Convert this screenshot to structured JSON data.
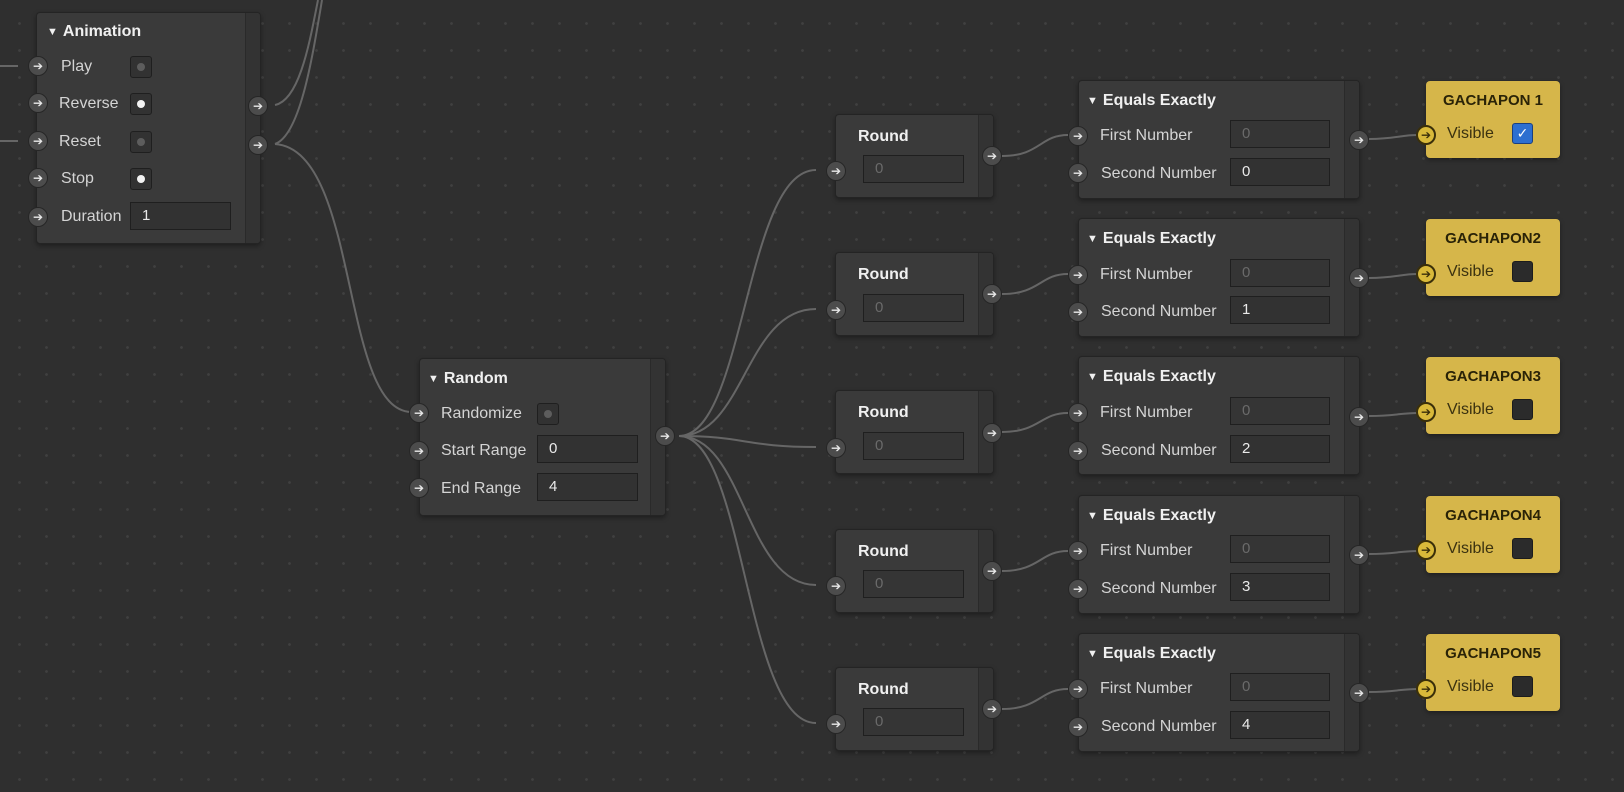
{
  "animation": {
    "title": "Animation",
    "rows": [
      {
        "label": "Play",
        "toggle": false
      },
      {
        "label": "Reverse",
        "toggle": true
      },
      {
        "label": "Reset",
        "toggle": false
      },
      {
        "label": "Stop",
        "toggle": true
      }
    ],
    "duration_label": "Duration",
    "duration_value": "1"
  },
  "random": {
    "title": "Random",
    "randomize_label": "Randomize",
    "start_range_label": "Start Range",
    "start_range_value": "0",
    "end_range_label": "End Range",
    "end_range_value": "4"
  },
  "round_nodes": [
    {
      "title": "Round",
      "value": "0"
    },
    {
      "title": "Round",
      "value": "0"
    },
    {
      "title": "Round",
      "value": "0"
    },
    {
      "title": "Round",
      "value": "0"
    },
    {
      "title": "Round",
      "value": "0"
    }
  ],
  "equals_nodes": [
    {
      "title": "Equals Exactly",
      "first_label": "First Number",
      "first_value": "0",
      "second_label": "Second Number",
      "second_value": "0"
    },
    {
      "title": "Equals Exactly",
      "first_label": "First Number",
      "first_value": "0",
      "second_label": "Second Number",
      "second_value": "1"
    },
    {
      "title": "Equals Exactly",
      "first_label": "First Number",
      "first_value": "0",
      "second_label": "Second Number",
      "second_value": "2"
    },
    {
      "title": "Equals Exactly",
      "first_label": "First Number",
      "first_value": "0",
      "second_label": "Second Number",
      "second_value": "3"
    },
    {
      "title": "Equals Exactly",
      "first_label": "First Number",
      "first_value": "0",
      "second_label": "Second Number",
      "second_value": "4"
    }
  ],
  "gachapon_nodes": [
    {
      "title": "GACHAPON 1",
      "visible_label": "Visible",
      "checked": true
    },
    {
      "title": "GACHAPON2",
      "visible_label": "Visible",
      "checked": false
    },
    {
      "title": "GACHAPON3",
      "visible_label": "Visible",
      "checked": false
    },
    {
      "title": "GACHAPON4",
      "visible_label": "Visible",
      "checked": false
    },
    {
      "title": "GACHAPON5",
      "visible_label": "Visible",
      "checked": false
    }
  ],
  "icons": {
    "port": "arrow-right-icon",
    "collapse": "triangle-down-icon",
    "check": "checkmark-icon"
  },
  "colors": {
    "canvas": "#2f2f2f",
    "node": "#3a3a3a",
    "target_node": "#d6b64a",
    "wire": "#666666",
    "checkbox_on": "#2d6fd0"
  }
}
